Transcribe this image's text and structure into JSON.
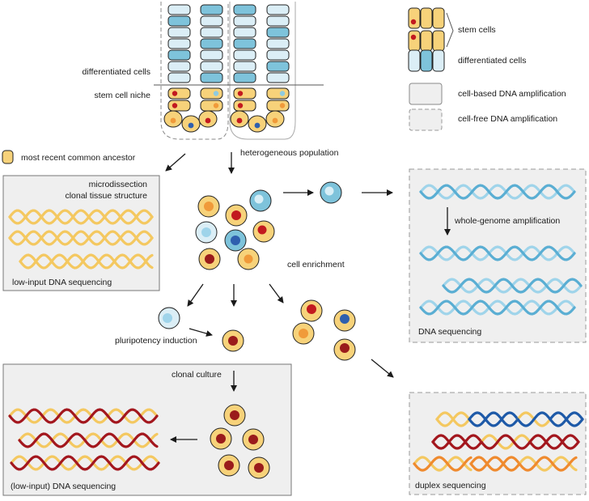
{
  "labels": {
    "differentiated_cells": "differentiated cells",
    "stem_cell_niche": "stem cell niche",
    "mrca": "most recent common ancestor",
    "heterogeneous_population": "heterogeneous population",
    "microdissection": "microdissection",
    "clonal_tissue_structure": "clonal tissue structure",
    "low_input_sequencing": "low-input DNA sequencing",
    "cell_enrichment": "cell enrichment",
    "wga": "whole-genome amplification",
    "dna_sequencing": "DNA sequencing",
    "pluripotency_induction": "pluripotency induction",
    "clonal_culture": "clonal culture",
    "low_input_dna_sequencing_paren": "(low-input) DNA sequencing",
    "duplex_sequencing": "duplex sequencing"
  },
  "legend": {
    "stem_cells": "stem cells",
    "differentiated_cells": "differentiated cells",
    "cell_based": "cell-based DNA amplification",
    "cell_free": "cell-free DNA amplification"
  },
  "colors": {
    "stem_cell_fill": "#f7d27a",
    "stem_cell_light": "#fbe8b5",
    "diff_cell_blue": "#7ec3db",
    "diff_cell_light": "#dbeef6",
    "dna_yellow": "#f4c860",
    "dna_light_blue": "#9fd4ea",
    "dna_blue": "#5aaed3",
    "dna_dark_red": "#a3171e",
    "dna_dark_blue": "#1e5aa8",
    "dna_orange": "#ef8a2e",
    "nucleus_red": "#c2191f",
    "nucleus_dark_red": "#9a1b1b",
    "nucleus_orange": "#f09a3a",
    "nucleus_blue": "#2f5fae",
    "box_fill": "#efefef",
    "arrow": "#1a1a1a"
  }
}
